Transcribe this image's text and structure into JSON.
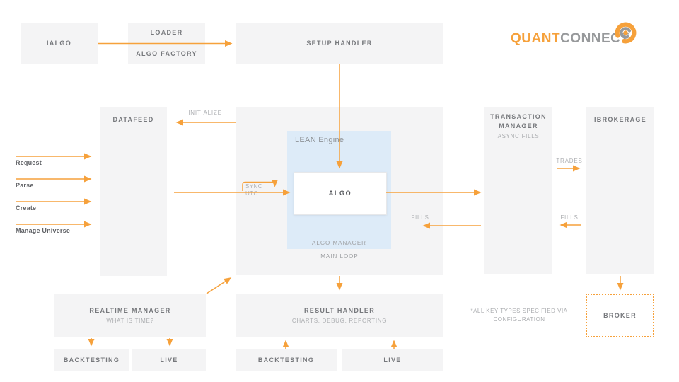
{
  "colors": {
    "accent_orange": "#f6a13b",
    "box_gray": "#f4f4f5",
    "heading_gray": "#76787c",
    "muted_gray": "#acaeb1",
    "lean_blue": "#ddebf8"
  },
  "logo": {
    "part1": "QUANT",
    "part2": "CONNECT",
    "icon": "swirl-icon"
  },
  "boxes": {
    "ialgo": "IALGO",
    "loader_line1": "LOADER",
    "loader_line2": "ALGO FACTORY",
    "setup_handler": "SETUP HANDLER",
    "datafeed": "DATAFEED",
    "transaction_manager_line1": "TRANSACTION",
    "transaction_manager_line2": "MANAGER",
    "transaction_manager_sub": "ASYNC FILLS",
    "ibrokerage": "IBROKERAGE",
    "lean_engine": "LEAN Engine",
    "algo": "ALGO",
    "algo_manager": "ALGO MANAGER",
    "main_loop": "MAIN LOOP",
    "realtime_manager": "REALTIME MANAGER",
    "realtime_manager_sub": "WHAT IS TIME?",
    "result_handler": "RESULT HANDLER",
    "result_handler_sub": "CHARTS, DEBUG, REPORTING",
    "broker": "BROKER",
    "backtesting_left": "BACKTESTING",
    "live_left": "LIVE",
    "backtesting_mid": "BACKTESTING",
    "live_mid": "LIVE"
  },
  "edge_labels": {
    "initialize": "INITIALIZE",
    "sync_utc": "SYNC UTC",
    "trades": "TRADES",
    "fills_center": "FILLS",
    "fills_right": "FILLS"
  },
  "side_labels": [
    "Request",
    "Parse",
    "Create",
    "Manage Universe"
  ],
  "note_line1": "*ALL KEY TYPES SPECIFIED VIA",
  "note_line2": "CONFIGURATION"
}
